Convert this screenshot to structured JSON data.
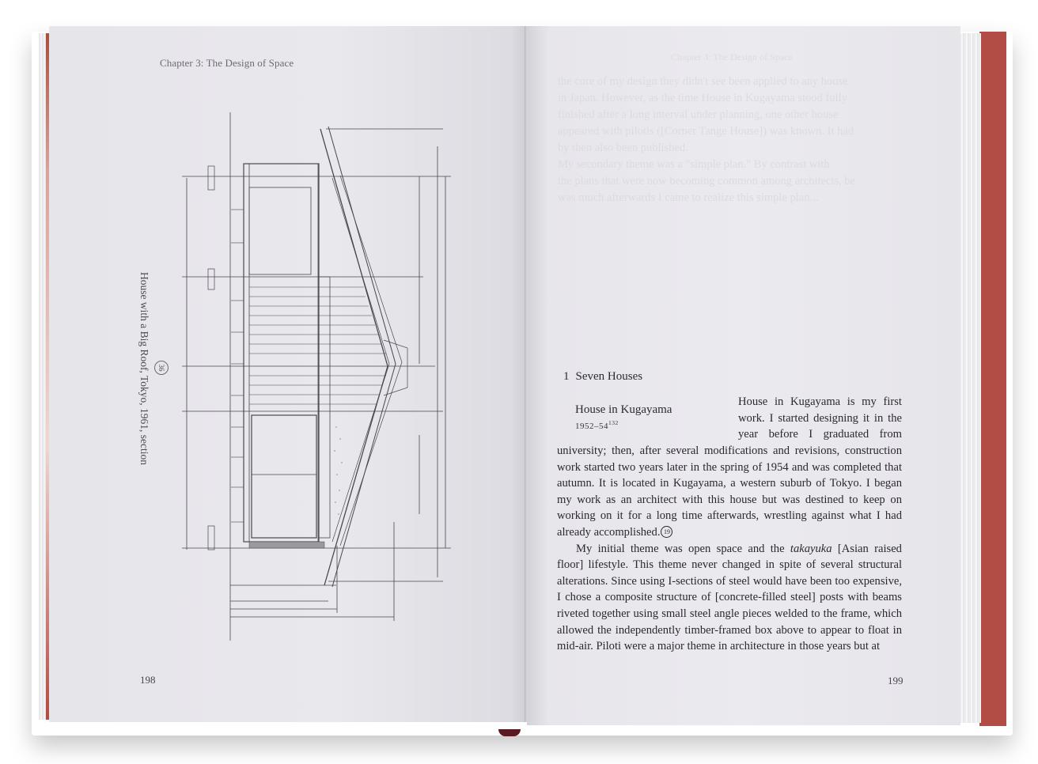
{
  "book": {
    "cover_color": "#b24d45",
    "paper_color": "#e9e8ed",
    "bookmark_color": "#5a1a22"
  },
  "left_page": {
    "running_head": "Chapter 3: The Design of Space",
    "folio": "198",
    "figure": {
      "type": "architectural-section-drawing",
      "number": "36",
      "caption": "House with a Big Roof, Tokyo, 1961, section"
    }
  },
  "right_page": {
    "folio": "199",
    "show_through_text": [
      "Chapter 3: The Design of Space",
      "the core of my design they didn't see been applied to any house",
      "in Japan. However, as the time House in Kugayama stood fully",
      "finished after a long interval under planning, one other house",
      "appeared with pilotis ([Corner Tange House]) was known. It had",
      "by then also been published.",
      "My secondary theme was a \"simple plan.\" By contrast with",
      "the plans that were now becoming common among architects, be",
      "was much afterwards I came to realize this simple plan..."
    ],
    "section": {
      "number": "1",
      "title": "Seven Houses"
    },
    "entry": {
      "title": "House in Kugayama",
      "years": "1952–54",
      "note_ref": "132"
    },
    "paragraph_1_column": "House in Kugayama is my first work. I started designing it in the year before I graduated from",
    "paragraph_1_full": "university; then, after several modifications and revisions, construction work started two years later in the spring of 1954 and was completed that autumn. It is located in Kugayama, a western suburb of Tokyo. I began my work as an architect with this house but was destined to keep on working on it for a long time afterwards, wrestling against what I had already accomplished.",
    "paragraph_1_figure_ref": "19",
    "paragraph_2_before_italic": "My initial theme was open space and the ",
    "paragraph_2_italic": "takayuka",
    "paragraph_2_after_italic": " [Asian raised floor] lifestyle. This theme never changed in spite of several structural alterations. Since using I-sections of steel would have been too expensive, I chose a composite structure of [concrete-filled steel] posts with beams riveted together using small steel angle pieces welded to the frame, which allowed the independently timber-framed box above to appear to float in mid-air. Piloti were a major theme in architecture in those years but at"
  }
}
